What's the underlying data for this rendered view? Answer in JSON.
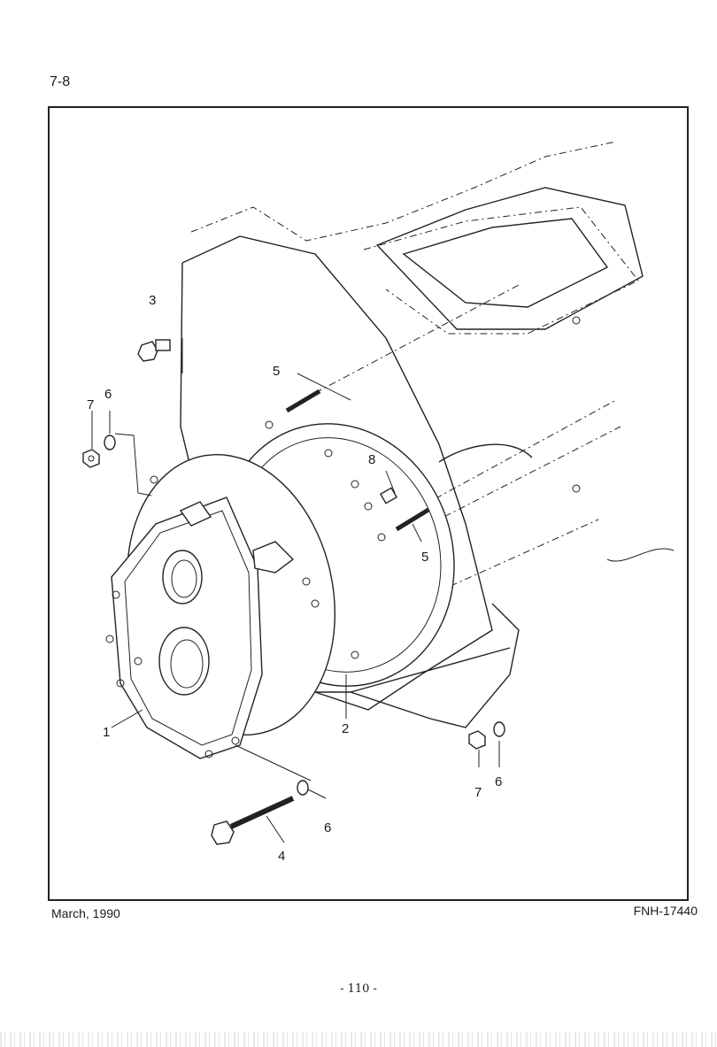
{
  "header": {
    "section_number": "7-8"
  },
  "figure": {
    "callouts": [
      "1",
      "2",
      "3",
      "4",
      "5",
      "5",
      "6",
      "6",
      "6",
      "7",
      "7",
      "8"
    ]
  },
  "footer": {
    "date": "March, 1990",
    "code": "FNH-17440",
    "page_number": "- 110 -"
  }
}
